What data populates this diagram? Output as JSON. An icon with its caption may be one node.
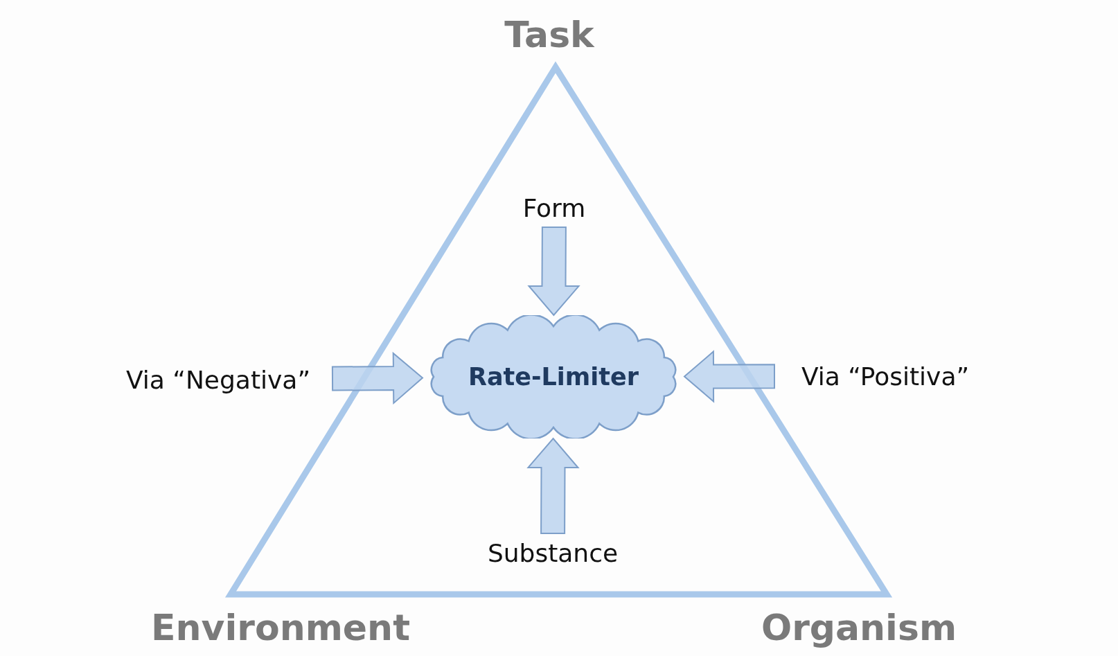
{
  "diagram": {
    "nodes": [
      {
        "text": [
          "Form"
        ]
      },
      {
        "text": [
          "Via “Negativa”"
        ]
      },
      {
        "text": [
          "Rate-Limiter"
        ]
      },
      {
        "text": [
          "Via “Positiva”"
        ]
      },
      {
        "text": [
          "Substance"
        ]
      }
    ],
    "edges": [
      {
        "from": 0,
        "to": 2,
        "arrow": "to"
      },
      {
        "from": 1,
        "to": 2,
        "arrow": "to"
      },
      {
        "from": 3,
        "to": 2,
        "arrow": "to"
      },
      {
        "from": 4,
        "to": 2,
        "arrow": "to"
      }
    ],
    "labels": [
      "Task",
      "Environment",
      "Organism"
    ]
  }
}
